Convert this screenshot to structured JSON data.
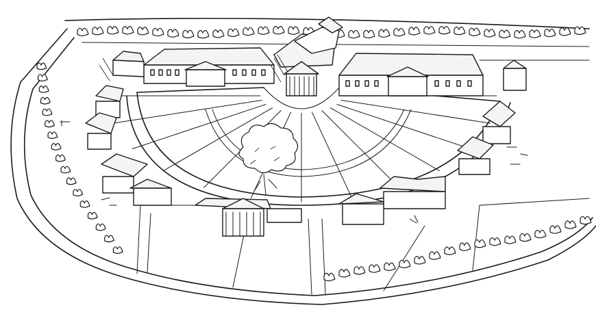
{
  "image": {
    "style": "pen-and-ink line drawing",
    "ink_color": "#1a1a1a",
    "paper_color": "#ffffff"
  },
  "elements": {
    "plan": "semicircular-radial-square",
    "central_building": "domed-church-with-portico",
    "wings": [
      "left-long-building",
      "right-long-building"
    ],
    "corner_pavilions": 6,
    "front_pavilion": "columned-gatehouse",
    "garden_segments": "radial-lawns",
    "perimeter": "tree-lined-avenue"
  }
}
